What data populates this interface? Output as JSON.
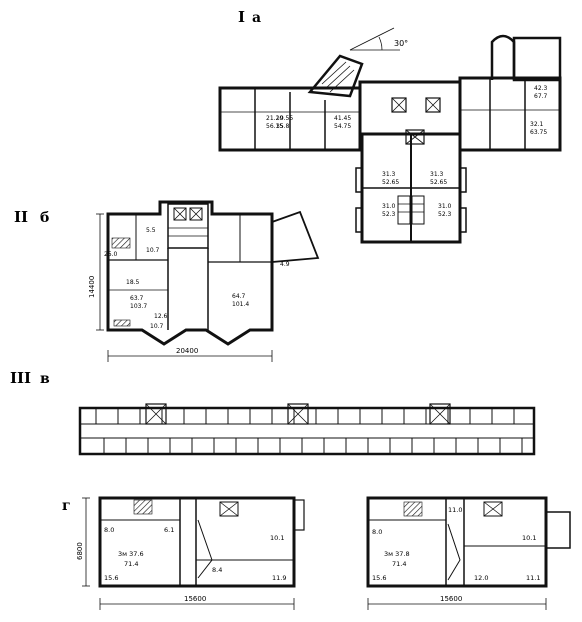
{
  "labels": {
    "section_1": "I",
    "section_1_letter": "а",
    "section_2": "II",
    "section_2_letter": "б",
    "section_3": "III",
    "section_3_letter": "в",
    "section_4_letter": "г"
  },
  "plan_a": {
    "angle": "30°",
    "areas": [
      {
        "top": "21.20",
        "bottom": "56.15"
      },
      {
        "top": "19.55",
        "bottom": "35.8"
      },
      {
        "top": "41.45",
        "bottom": "54.75"
      },
      {
        "top": "42.3",
        "bottom": "67.7"
      },
      {
        "top": "32.1",
        "bottom": "63.75"
      },
      {
        "top": "31.3",
        "bottom": "52.65"
      },
      {
        "top": "31.3",
        "bottom": "52.65"
      },
      {
        "top": "31.0",
        "bottom": "52.3"
      },
      {
        "top": "31.0",
        "bottom": "52.3"
      }
    ]
  },
  "plan_b": {
    "dim_height": "14400",
    "dim_width": "20400",
    "areas": [
      {
        "top": "63.7",
        "bottom": "103.7"
      },
      {
        "top": "64.7",
        "bottom": "101.4"
      }
    ],
    "small_labels": [
      "25.0",
      "10.7",
      "18.5",
      "12.6",
      "5.5",
      "4.9",
      "10.7"
    ]
  },
  "plan_g": {
    "dim_height": "6800",
    "left": {
      "dim_width": "15600",
      "label_top": "3м 37.6",
      "label_bottom": "71.4",
      "rooms": [
        "8.0",
        "6.1",
        "10.1",
        "15.6",
        "8.4",
        "11.9"
      ]
    },
    "right": {
      "dim_width": "15600",
      "label_top": "3м 37.8",
      "label_bottom": "71.4",
      "rooms": [
        "11.0",
        "8.0",
        "10.1",
        "15.6",
        "12.0",
        "11.1"
      ]
    }
  }
}
